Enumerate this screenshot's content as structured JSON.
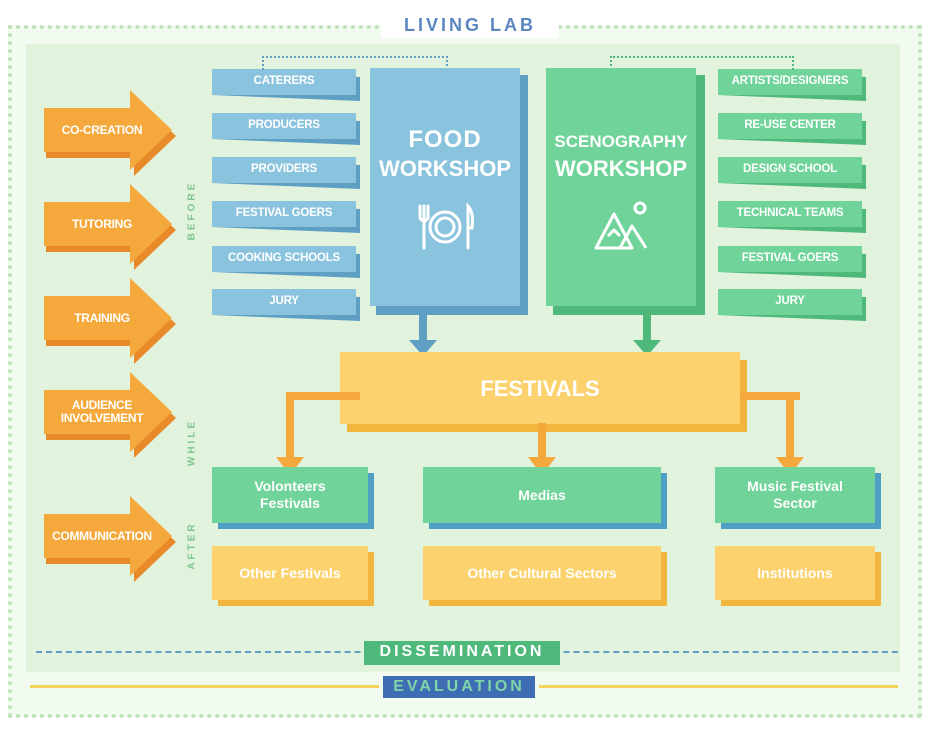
{
  "title": "LIVING LAB",
  "process_arrows": [
    "CO-CREATION",
    "TUTORING",
    "TRAINING",
    "AUDIENCE INVOLVEMENT",
    "COMMUNICATION"
  ],
  "phases": {
    "before": "BEFORE",
    "while": "WHILE",
    "after": "AFTER"
  },
  "food_stakeholders": [
    "CATERERS",
    "PRODUCERS",
    "PROVIDERS",
    "FESTIVAL GOERS",
    "COOKING SCHOOLS",
    "JURY"
  ],
  "scenography_stakeholders": [
    "ARTISTS/DESIGNERS",
    "RE-USE CENTER",
    "DESIGN SCHOOL",
    "TECHNICAL TEAMS",
    "FESTIVAL GOERS",
    "JURY"
  ],
  "food_workshop": {
    "line1": "FOOD",
    "line2": "WORKSHOP",
    "icon": "plate-cutlery-icon"
  },
  "scenography_workshop": {
    "line1": "SCENOGRAPHY",
    "line2": "WORKSHOP",
    "icon": "mountains-icon"
  },
  "festivals": "FESTIVALS",
  "outcomes_green": [
    "Volonteers\nFestivals",
    "Medias",
    "Music Festival\nSector"
  ],
  "outcomes_yellow": [
    "Other Festivals",
    "Other Cultural Sectors",
    "Institutions"
  ],
  "dissemination": "DISSEMINATION",
  "evaluation": "EVALUATION",
  "colors": {
    "orange": "#f5a93c",
    "orange_dark": "#e8892a",
    "blue": "#8ac3de",
    "blue_dark": "#5f9fc4",
    "green": "#6fd39a",
    "green_dark": "#4fb87b",
    "yellow": "#fbd26d",
    "yellow_dark": "#f2b53d",
    "navy": "#3f6db3"
  }
}
